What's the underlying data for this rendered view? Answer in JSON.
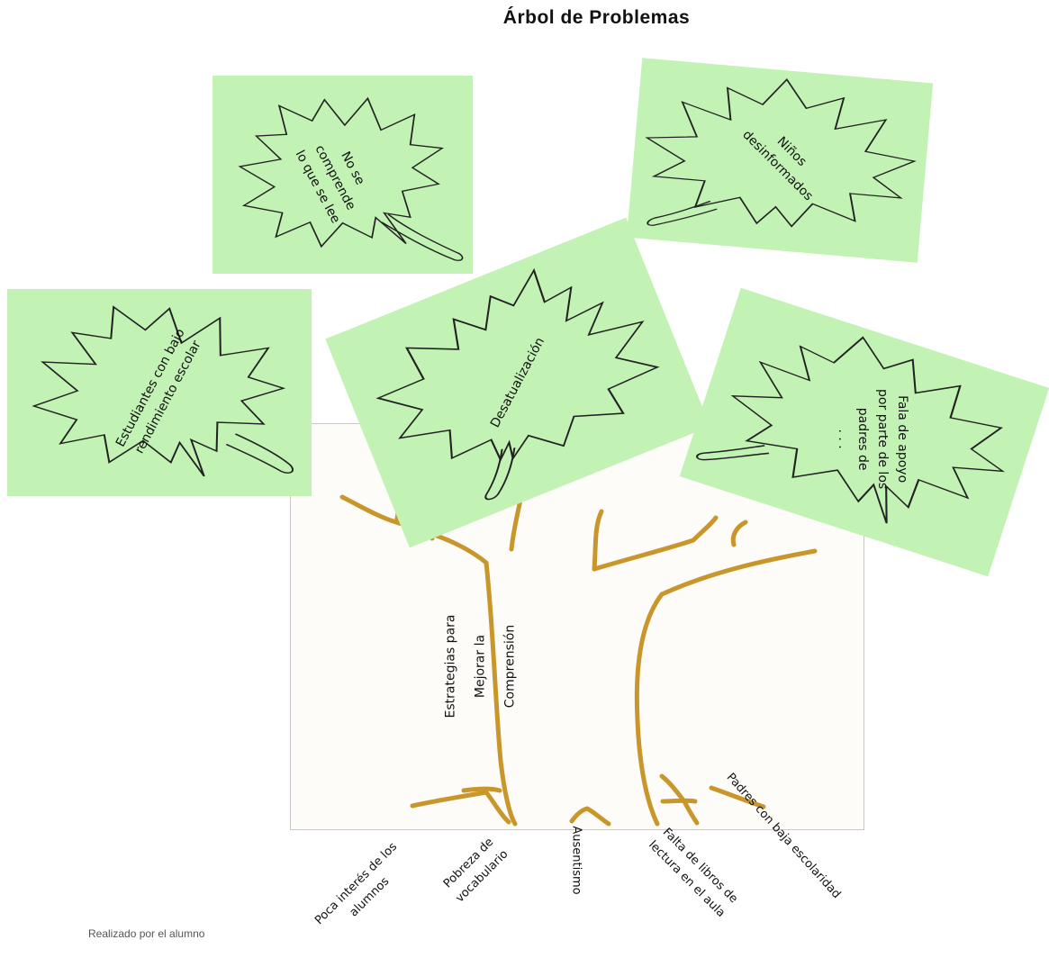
{
  "title": "Árbol de Problemas",
  "trunk_label": "Estrategias para\nMejorar la\nComprensión",
  "leaves": [
    {
      "text": "No se\ncomprende\nlo que se lee"
    },
    {
      "text": "Niños\ndesinformados"
    },
    {
      "text": "Estudiantes con bajo\nrendimiento escolar"
    },
    {
      "text": "Desatualización"
    },
    {
      "text": "Fala de apoyo\npor parte de los\npadres de\n. . ."
    }
  ],
  "roots": [
    {
      "text": "Poca interés de los\nalumnos"
    },
    {
      "text": "Pobreza de\nvocabulario"
    },
    {
      "text": "Ausentismo"
    },
    {
      "text": "Falta de libros de\nlectura en el aula"
    },
    {
      "text": "Padres con baja escolaridad"
    }
  ],
  "footnote": "Realizado por el alumno",
  "colors": {
    "leaf_fill": "#c2f2b4",
    "branch": "#c8962b",
    "panel": "#fdfcf8"
  }
}
